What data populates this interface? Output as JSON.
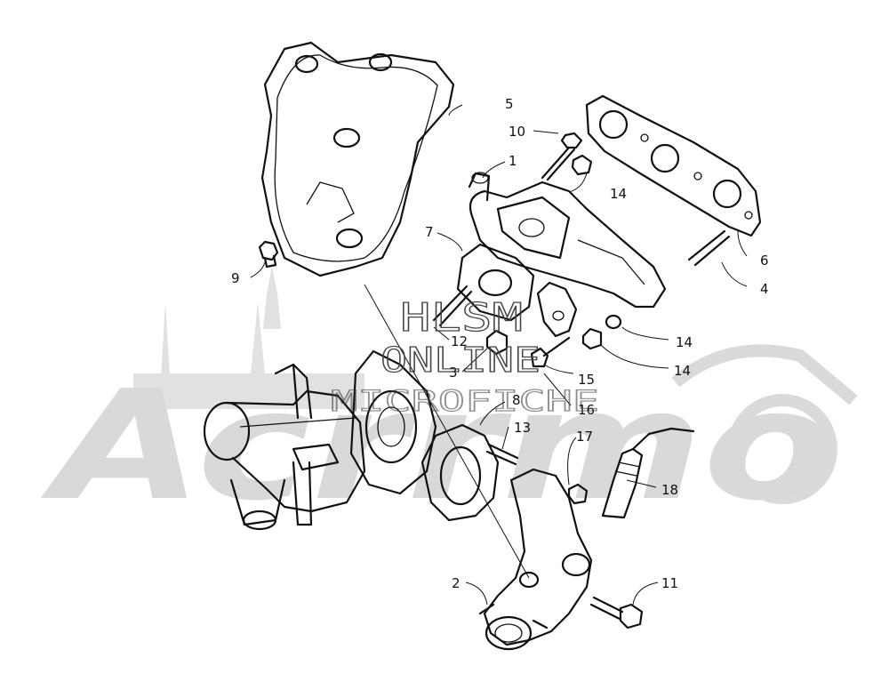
{
  "watermark": {
    "line1": "HLSM",
    "line2": "ONLINE",
    "line3": "MICROFICHE",
    "brand": "Acrrmo"
  },
  "callouts": [
    "1",
    "2",
    "3",
    "4",
    "5",
    "6",
    "7",
    "8",
    "9",
    "10",
    "11",
    "12",
    "13",
    "14",
    "14",
    "14",
    "15",
    "16",
    "17",
    "18"
  ]
}
